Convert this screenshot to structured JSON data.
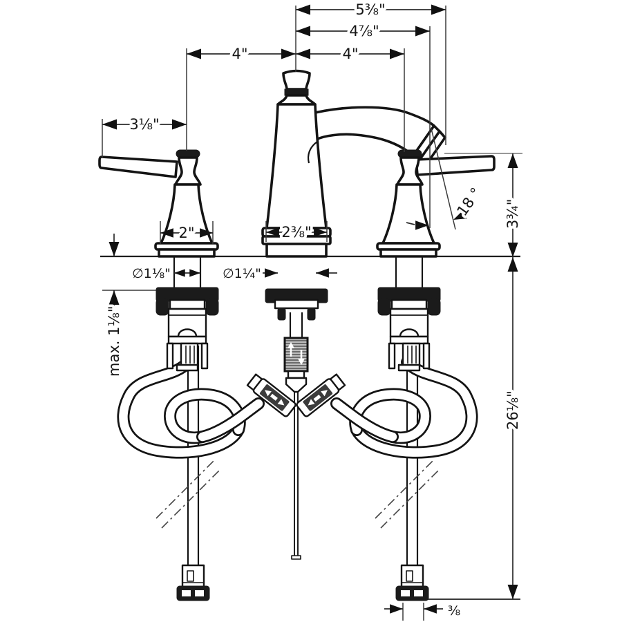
{
  "page": {
    "background": "#ffffff",
    "line_color": "#141414",
    "dimension_color": "#2b2b2b",
    "reference_gray": "#8a8a8a"
  },
  "drawing": {
    "type": "technical-installation-drawing",
    "subject": "3-hole widespread basin faucet - front elevation with installation dimensions",
    "dimensions": {
      "spout_overall_width": "5⅜\"",
      "spout_to_aerator": "4⅞\"",
      "center_to_right_handle": "4\"",
      "left_handle_to_center": "4\"",
      "handle_lever_reach": "3⅛\"",
      "handle_base_width": "2\"",
      "spout_base_width": "2⅜\"",
      "handle_shank_diameter": "∅1⅛\"",
      "spout_shank_diameter": "∅1¼\"",
      "max_deck_thickness": "max. 1⅛\"",
      "spout_height_above_deck": "3¾\"",
      "aerator_angle": "18 °",
      "supply_hose_length": "26⅛\"",
      "supply_connection_size": "⅜"
    }
  }
}
